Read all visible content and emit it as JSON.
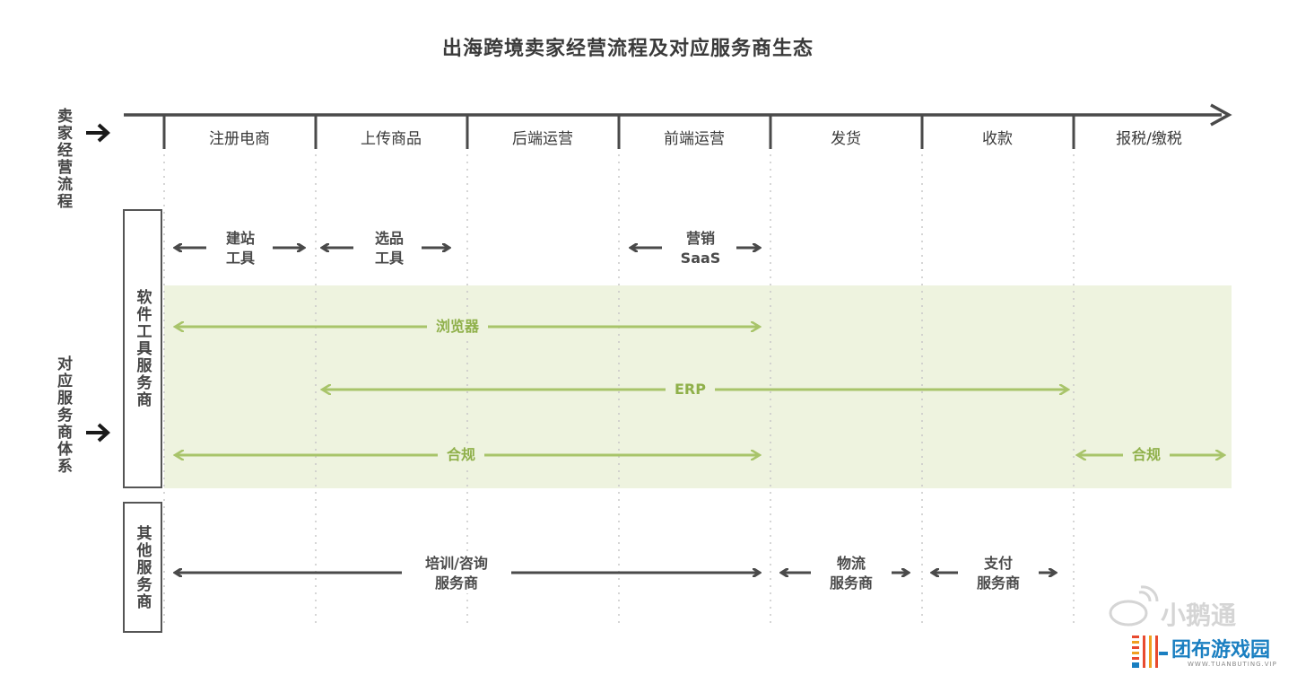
{
  "title": "出海跨境卖家经营流程及对应服务商生态",
  "left_labels": {
    "process": "卖家经营流程",
    "providers": "对应服务商体系"
  },
  "steps": [
    "注册电商",
    "上传商品",
    "后端运营",
    "前端运营",
    "发货",
    "收款",
    "报税/缴税"
  ],
  "software_box": "软件工具服务商",
  "other_box": "其他服务商",
  "software_tools": {
    "site_builder": [
      "建站",
      "工具"
    ],
    "product_select": [
      "选品",
      "工具"
    ],
    "marketing": [
      "营销",
      "SaaS"
    ],
    "browser": "浏览器",
    "erp": "ERP",
    "compliance": "合规",
    "compliance_tax": "合规"
  },
  "other_services": {
    "training": [
      "培训/咨询",
      "服务商"
    ],
    "logistics": [
      "物流",
      "服务商"
    ],
    "payment": [
      "支付",
      "服务商"
    ]
  },
  "watermark": {
    "weibo": "小鹅通",
    "brand": "团布游戏园",
    "brand_sub": "WWW.TUANBUTING.VIP"
  },
  "colors": {
    "dark": "#4a4a4a",
    "green": "#a8c46a",
    "green_band": "#eef3df",
    "brand_blue": "#1a7fc1"
  }
}
